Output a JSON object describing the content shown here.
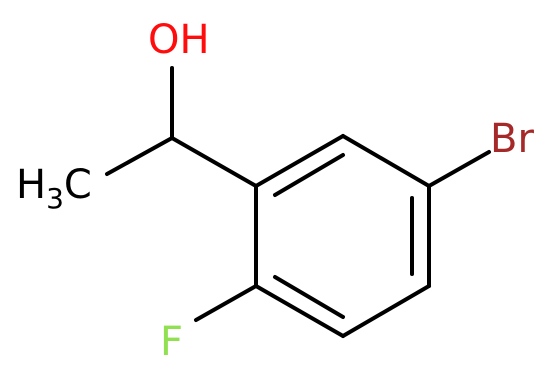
{
  "molecule": {
    "labels": {
      "oh": "OH",
      "methyl_h": "H",
      "methyl_sub": "3",
      "methyl_c": "C",
      "bromine": "Br",
      "fluorine": "F"
    },
    "colors": {
      "bond": "#000000",
      "oxygen": "#ff0d0d",
      "bromine": "#a62929",
      "fluorine": "#90e050",
      "carbon": "#000000"
    }
  }
}
